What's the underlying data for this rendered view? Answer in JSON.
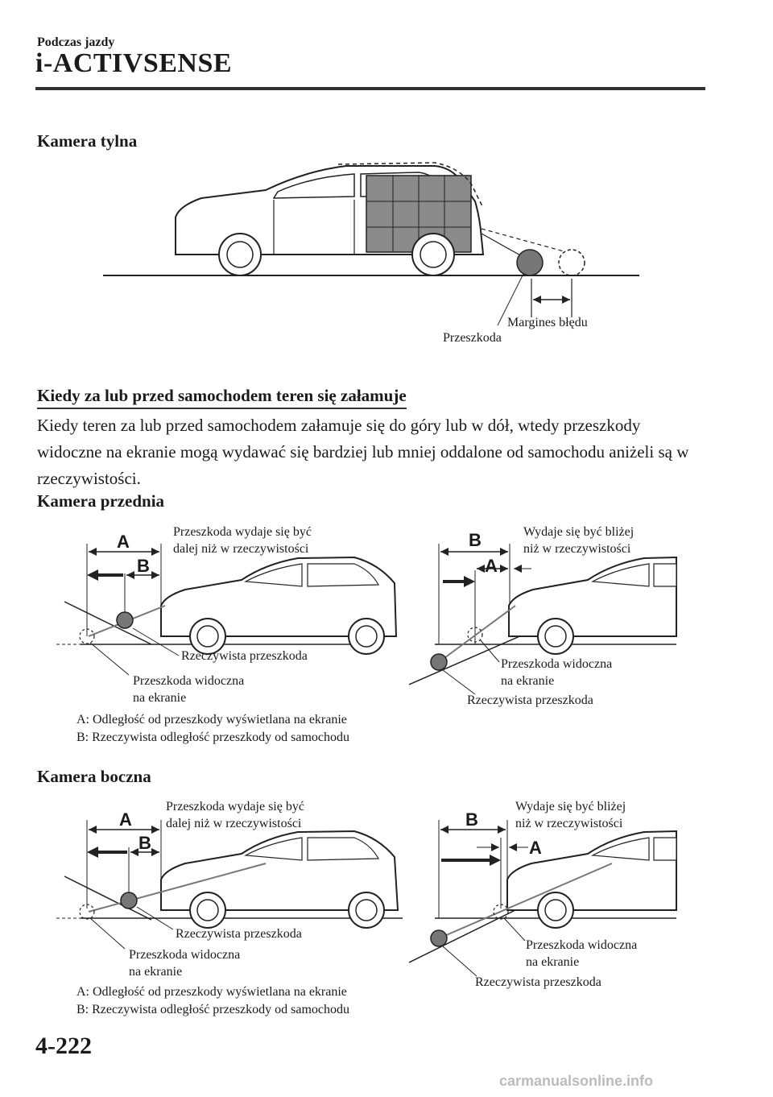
{
  "header": {
    "section": "Podczas jazdy",
    "title": "i-ACTIVSENSE"
  },
  "rear_camera": {
    "heading": "Kamera tylna",
    "label_margin": "Margines błędu",
    "label_obstacle": "Przeszkoda"
  },
  "terrain": {
    "heading": "Kiedy za lub przed samochodem teren się załamuje",
    "paragraph": "Kiedy teren za lub przed samochodem załamuje się do góry lub w dół, wtedy przeszkody widoczne na ekranie mogą wydawać się bardziej lub mniej oddalone od samochodu aniżeli są w rzeczywistości."
  },
  "front_camera": {
    "heading": "Kamera przednia",
    "left": {
      "letter_a": "A",
      "letter_b": "B",
      "appears_line1": "Przeszkoda wydaje się być",
      "appears_line2": "dalej niż w rzeczywistości",
      "actual": "Rzeczywista przeszkoda",
      "visible_line1": "Przeszkoda widoczna",
      "visible_line2": "na ekranie"
    },
    "right": {
      "letter_b": "B",
      "letter_a": "A",
      "appears_line1": "Wydaje się być bliżej",
      "appears_line2": "niż w rzeczywistości",
      "visible_line1": "Przeszkoda widoczna",
      "visible_line2": "na ekranie",
      "actual": "Rzeczywista przeszkoda"
    },
    "note_a": "A: Odległość od przeszkody wyświetlana na ekranie",
    "note_b": "B: Rzeczywista odległość przeszkody od samochodu"
  },
  "side_camera": {
    "heading": "Kamera boczna",
    "left": {
      "letter_a": "A",
      "letter_b": "B",
      "appears_line1": "Przeszkoda wydaje się być",
      "appears_line2": "dalej niż w rzeczywistości",
      "actual": "Rzeczywista przeszkoda",
      "visible_line1": "Przeszkoda widoczna",
      "visible_line2": "na ekranie"
    },
    "right": {
      "letter_b": "B",
      "letter_a": "A",
      "appears_line1": "Wydaje się być bliżej",
      "appears_line2": "niż w rzeczywistości",
      "visible_line1": "Przeszkoda widoczna",
      "visible_line2": "na ekranie",
      "actual": "Rzeczywista przeszkoda"
    },
    "note_a": "A: Odległość od przeszkody wyświetlana na ekranie",
    "note_b": "B: Rzeczywista odległość przeszkody od samochodu"
  },
  "page_number": "4-222",
  "footer": "carmanualsonline.info",
  "colors": {
    "text": "#1a1a1a",
    "obstacle": "#777777",
    "rule": "#333333"
  }
}
